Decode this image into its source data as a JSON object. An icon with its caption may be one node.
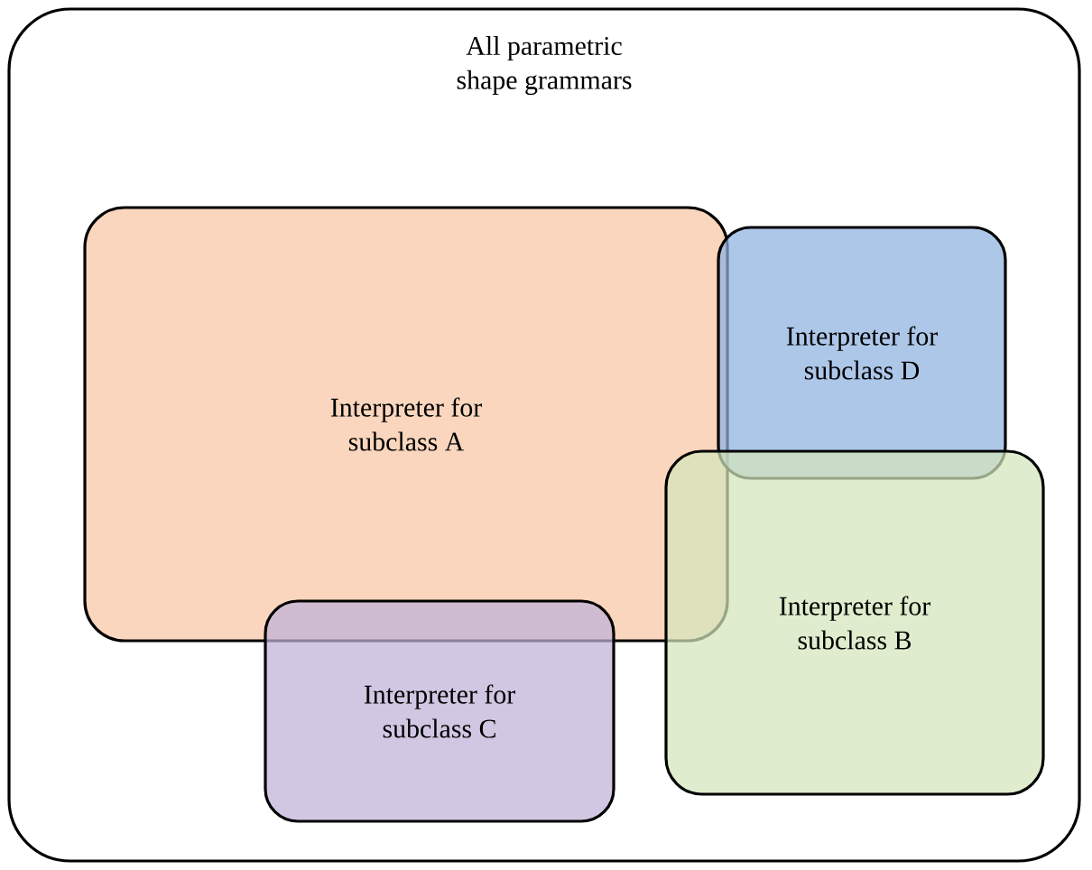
{
  "diagram": {
    "nodes": [
      {
        "text": [
          "All parametric shape grammars"
        ]
      },
      {
        "text": [
          "Interpreter for subclass A"
        ],
        "in": 0
      },
      {
        "text": [
          "Interpreter for subclass D"
        ],
        "in": 0
      },
      {
        "text": [
          "Interpreter for subclass B"
        ],
        "in": 0
      },
      {
        "text": [
          "Interpreter for subclass C"
        ],
        "in": 0
      }
    ]
  }
}
